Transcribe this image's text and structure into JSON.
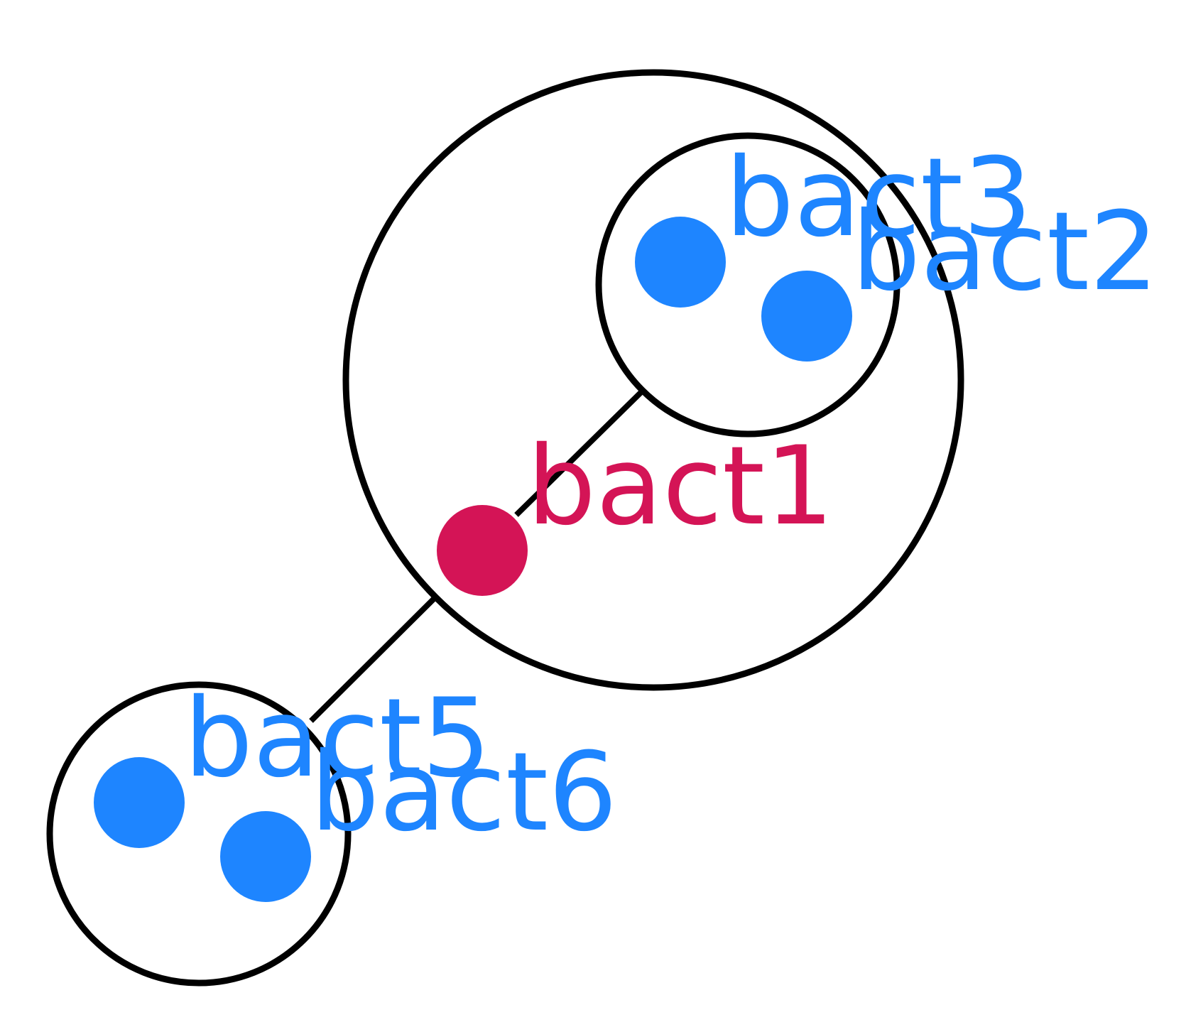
{
  "colors": {
    "background": "#ffffff",
    "stroke": "#000000",
    "blue_node": "#1e85ff",
    "red_node": "#d41456"
  },
  "nodes": [
    {
      "id": "bact1",
      "label": "bact1",
      "color": "#d41456"
    },
    {
      "id": "bact2",
      "label": "bact2",
      "color": "#1e85ff"
    },
    {
      "id": "bact3",
      "label": "bact3",
      "color": "#1e85ff"
    },
    {
      "id": "bact5",
      "label": "bact5",
      "color": "#1e85ff"
    },
    {
      "id": "bact6",
      "label": "bact6",
      "color": "#1e85ff"
    }
  ],
  "groups": [
    {
      "id": "outer-group",
      "members": [
        "bact1",
        "bact2",
        "bact3"
      ]
    },
    {
      "id": "inner-group",
      "members": [
        "bact2",
        "bact3"
      ]
    },
    {
      "id": "lower-group",
      "members": [
        "bact5",
        "bact6"
      ]
    }
  ],
  "edges": [
    {
      "from": "bact1",
      "to": "inner-group"
    },
    {
      "from": "bact1",
      "to": "lower-group"
    }
  ]
}
